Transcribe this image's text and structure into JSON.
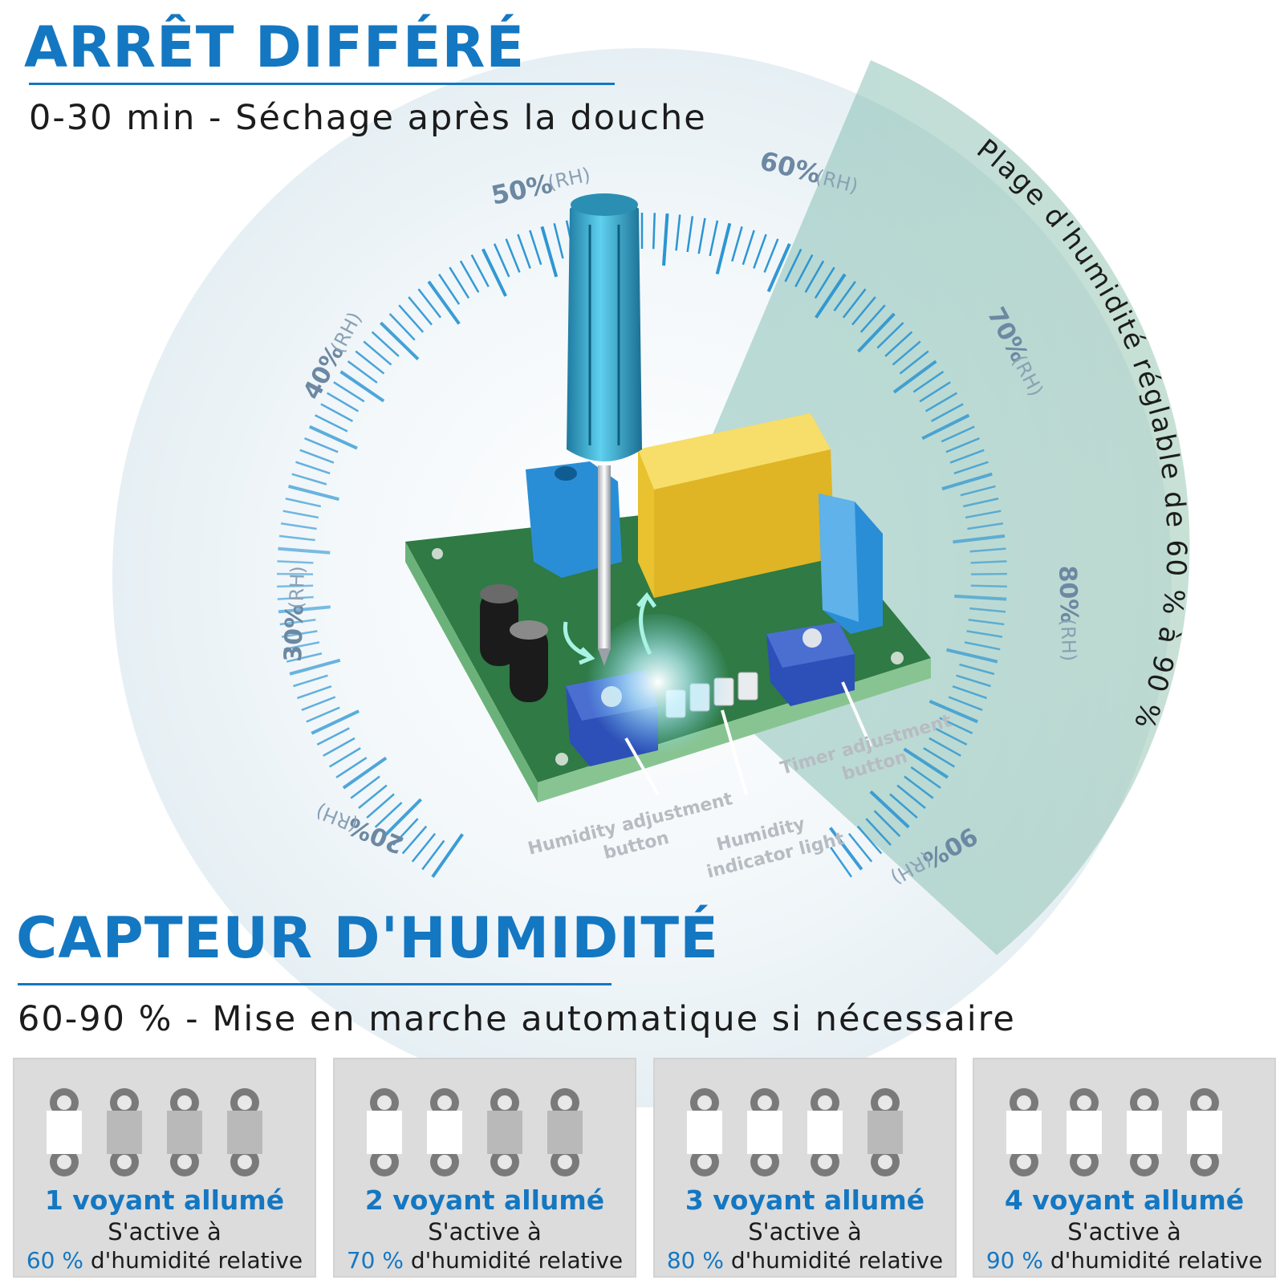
{
  "header": {
    "title": "ARRÊT DIFFÉRÉ",
    "subtitle": "0-30 min - Séchage après la douche"
  },
  "dial": {
    "scale_labels": [
      "20%",
      "30%",
      "40%",
      "50%",
      "60%",
      "70%",
      "80%",
      "90%"
    ],
    "unit": "(RH)",
    "arc_text": "Plage d'humidité réglable de 60 % à 90 %",
    "callouts": {
      "humidity_adjustment": [
        "Humidity adjustment",
        "button"
      ],
      "humidity_indicator": [
        "Humidity",
        "indicator light"
      ],
      "timer_adjustment": [
        "Timer adjustment",
        "button"
      ]
    }
  },
  "section": {
    "title": "CAPTEUR D'HUMIDITÉ",
    "subtitle": "60-90 % - Mise en marche automatique si nécessaire"
  },
  "cards": [
    {
      "title": "1 voyant allumé",
      "line1": "S'active à",
      "percent": "60 %",
      "line2": " d'humidité relative",
      "lit": 1
    },
    {
      "title": "2 voyant allumé",
      "line1": "S'active à",
      "percent": "70 %",
      "line2": " d'humidité relative",
      "lit": 2
    },
    {
      "title": "3 voyant allumé",
      "line1": "S'active à",
      "percent": "80 %",
      "line2": " d'humidité relative",
      "lit": 3
    },
    {
      "title": "4 voyant allumé",
      "line1": "S'active à",
      "percent": "90 %",
      "line2": " d'humidité relative",
      "lit": 4
    }
  ],
  "colors": {
    "accent": "#1477c2",
    "tick": "#1f8fd0",
    "pcb": "#3f8f54",
    "relay": "#f2cf3a",
    "terminal": "#2a8ed6",
    "pot": "#2d4fb8"
  },
  "icons": [
    "screwdriver-icon",
    "led-icon",
    "potentiometer-icon",
    "relay-icon",
    "capacitor-icon",
    "rotate-arrow-icon"
  ]
}
